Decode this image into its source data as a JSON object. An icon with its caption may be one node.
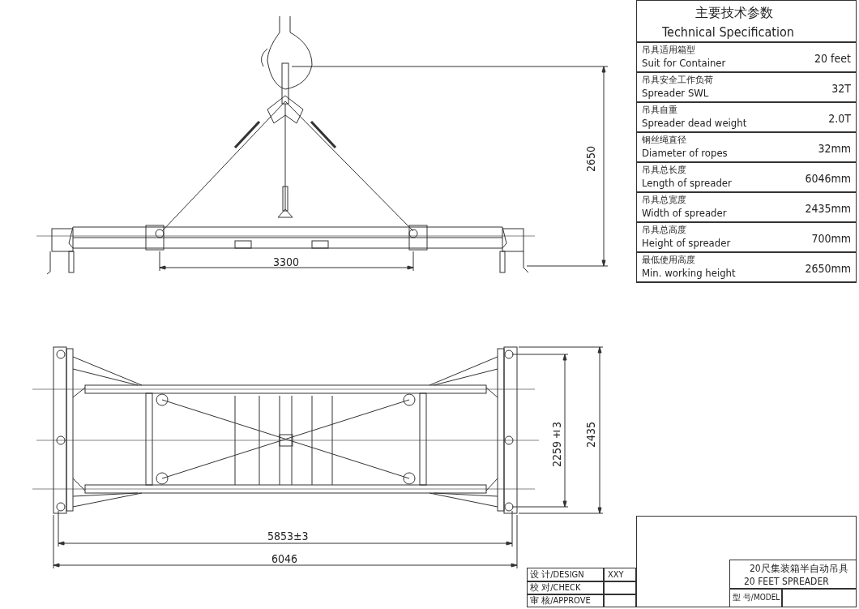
{
  "diagram": {
    "labels": [
      "2650",
      "3300",
      "主要技术参数",
      "Technical Specification",
      "吊具适用箱型",
      "Suit for Container",
      "20 feet",
      "吊具安全工作负荷",
      "Spreader SWL",
      "32T",
      "吊具自重",
      "Spreader dead weight",
      "2.0T",
      "钢丝绳直径",
      "Diameter of ropes",
      "32mm",
      "吊具总长度",
      "Length of spreader",
      "6046mm",
      "吊具总宽度",
      "Width of spreader",
      "2435mm",
      "吊具总高度",
      "Height of spreader",
      "700mm",
      "最低使用高度",
      "Min. working height",
      "2650mm",
      "2259±3",
      "2435",
      "5853±3",
      "6046",
      "20尺集装箱半自动吊具",
      "20 FEET SPREADER",
      "设 计/DESIGN",
      "XXY",
      "校 对/CHECK",
      "审 核/APPROVE",
      "型 号/MODEL"
    ]
  }
}
